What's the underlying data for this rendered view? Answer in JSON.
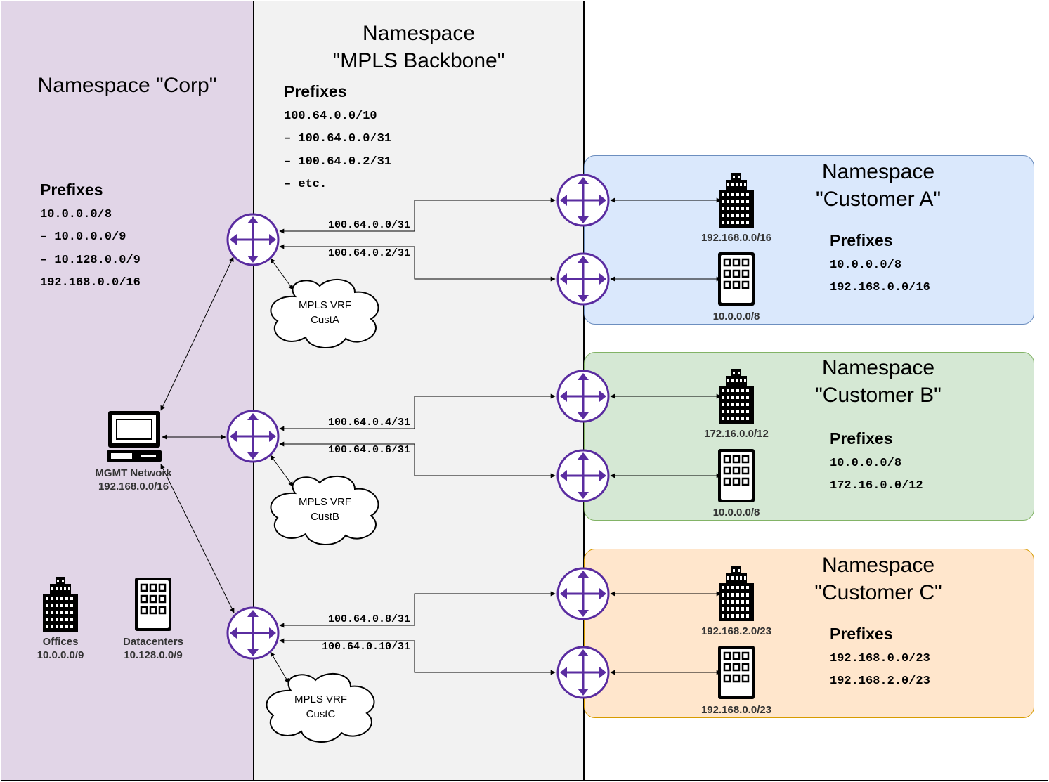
{
  "corp": {
    "title": "Namespace \"Corp\"",
    "prefixes_heading": "Prefixes",
    "prefixes": [
      "10.0.0.0/8",
      "– 10.0.0.0/9",
      "– 10.128.0.0/9",
      "192.168.0.0/16"
    ],
    "mgmt_label_1": "MGMT Network",
    "mgmt_label_2": "192.168.0.0/16",
    "offices_label_1": "Offices",
    "offices_label_2": "10.0.0.0/9",
    "datacenters_label_1": "Datacenters",
    "datacenters_label_2": "10.128.0.0/9"
  },
  "mpls": {
    "title_1": "Namespace",
    "title_2": "\"MPLS Backbone\"",
    "prefixes_heading": "Prefixes",
    "prefixes": [
      "100.64.0.0/10",
      "– 100.64.0.0/31",
      "– 100.64.0.2/31",
      "– etc."
    ],
    "links": [
      "100.64.0.0/31",
      "100.64.0.2/31",
      "100.64.0.4/31",
      "100.64.0.6/31",
      "100.64.0.8/31",
      "100.64.0.10/31"
    ],
    "clouds": [
      {
        "line1": "MPLS VRF",
        "line2": "CustA"
      },
      {
        "line1": "MPLS VRF",
        "line2": "CustB"
      },
      {
        "line1": "MPLS VRF",
        "line2": "CustC"
      }
    ]
  },
  "customers": [
    {
      "title_1": "Namespace",
      "title_2": "\"Customer A\"",
      "prefixes_heading": "Prefixes",
      "prefixes": [
        "10.0.0.0/8",
        "192.168.0.0/16"
      ],
      "site_labels": [
        "192.168.0.0/16",
        "10.0.0.0/8"
      ],
      "color": "#dae8fc"
    },
    {
      "title_1": "Namespace",
      "title_2": "\"Customer B\"",
      "prefixes_heading": "Prefixes",
      "prefixes": [
        "10.0.0.0/8",
        "172.16.0.0/12"
      ],
      "site_labels": [
        "172.16.0.0/12",
        "10.0.0.0/8"
      ],
      "color": "#d5e8d4"
    },
    {
      "title_1": "Namespace",
      "title_2": "\"Customer C\"",
      "prefixes_heading": "Prefixes",
      "prefixes": [
        "192.168.0.0/23",
        "192.168.2.0/23"
      ],
      "site_labels": [
        "192.168.2.0/23",
        "192.168.0.0/23"
      ],
      "color": "#ffe6cc"
    }
  ],
  "colors": {
    "router_stroke": "#5a2ca0",
    "corp_bg": "#e1d5e7",
    "mpls_bg": "#f2f2f2"
  },
  "icons": [
    "router-icon",
    "office-building-icon",
    "datacenter-building-icon",
    "computer-icon",
    "cloud-icon"
  ]
}
